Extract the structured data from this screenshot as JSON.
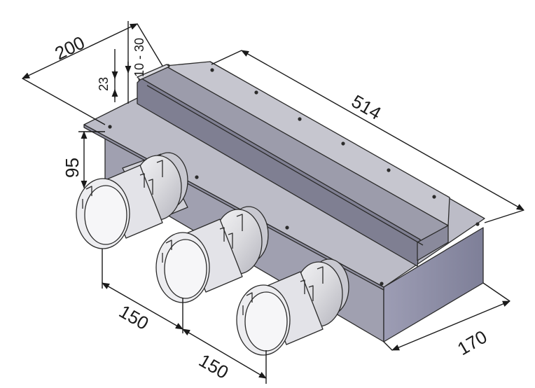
{
  "dimensions": {
    "width": "200",
    "outlet_offset": "10 - 30",
    "flange_height": "23",
    "outlet_height": "95",
    "length": "514",
    "spacing_1": "150",
    "spacing_2": "150",
    "depth": "170"
  },
  "colors": {
    "box_top": "#b9b9c4",
    "box_front": "#9d9dad",
    "box_side": "#8b8ca2",
    "channel_inner": "#a6a6b3",
    "channel_wall": "#c9c9d2",
    "pipe_light": "#ececef",
    "pipe_mid": "#d6d6dc",
    "pipe_dark": "#b7b7c0",
    "line": "#1a1a1a"
  }
}
